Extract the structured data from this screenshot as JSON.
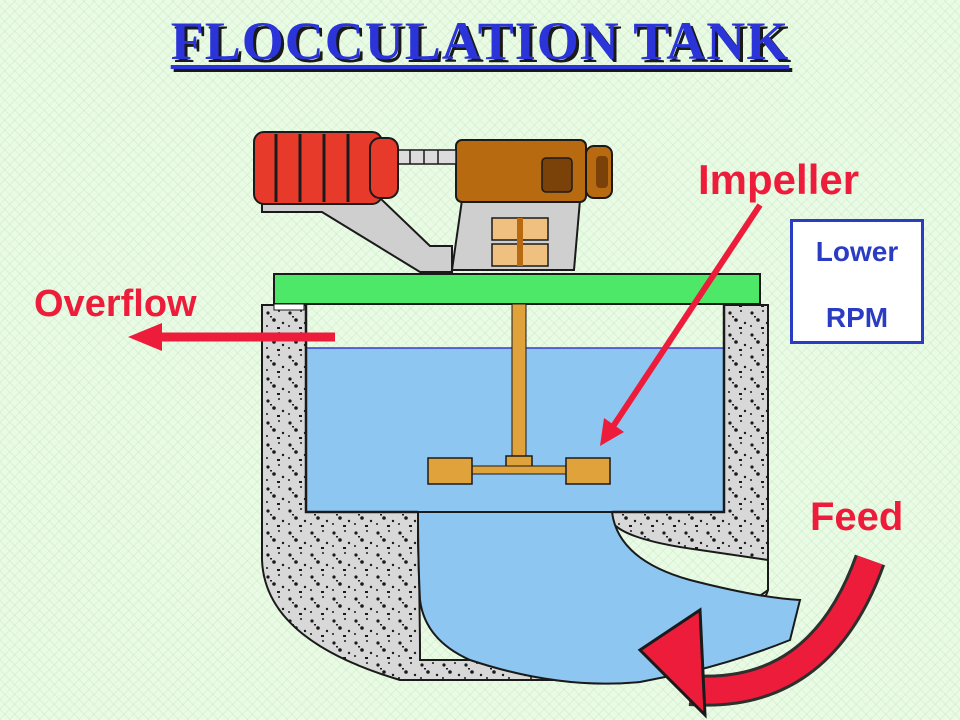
{
  "title": "FLOCCULATION TANK",
  "labels": {
    "impeller": "Impeller",
    "overflow": "Overflow",
    "feed": "Feed",
    "speed_box": {
      "line1": "Lower",
      "line2": "RPM"
    }
  },
  "colors": {
    "title": "#2a34d8",
    "arrow_red": "#ee1c3b",
    "water": "#8ec6f2",
    "concrete": "#d8d8d8",
    "platform_green": "#4de868",
    "motor_red": "#e83a2a",
    "gearbox_brown": "#b86a10",
    "shaft": "#e0a23a",
    "box_border": "#2b3cc4"
  },
  "icons": [
    "motor-icon",
    "gearbox-icon",
    "impeller-icon",
    "curved-arrow-icon"
  ]
}
